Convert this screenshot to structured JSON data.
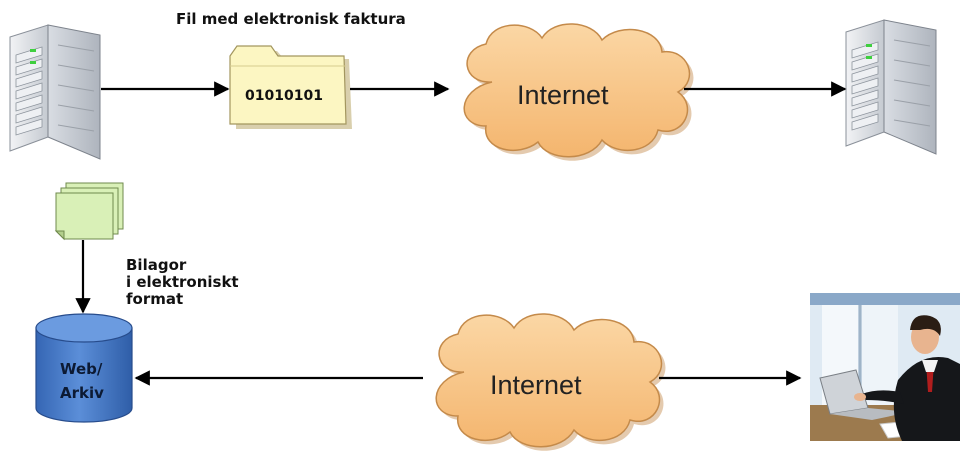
{
  "diagram": {
    "file_caption": "Fil med elektronisk faktura",
    "file_content": "01010101",
    "internet_top": "Internet",
    "internet_bottom": "Internet",
    "attachments_label": [
      "Bilagor",
      "i elektroniskt",
      "format"
    ],
    "database_label": [
      "Web/",
      "Arkiv"
    ]
  },
  "icons": {
    "sender_server": "server-icon",
    "receiver_server": "server-icon",
    "file_folder": "folder-icon",
    "documents": "documents-stack-icon",
    "database": "database-icon",
    "user": "businessman-at-laptop-icon",
    "cloud": "cloud-icon"
  },
  "colors": {
    "cloud_fill": "#f8c588",
    "folder_fill": "#fcf6c2",
    "document_fill": "#d9f0b7",
    "database_fill": "#3f74c6",
    "arrow": "#000000"
  }
}
